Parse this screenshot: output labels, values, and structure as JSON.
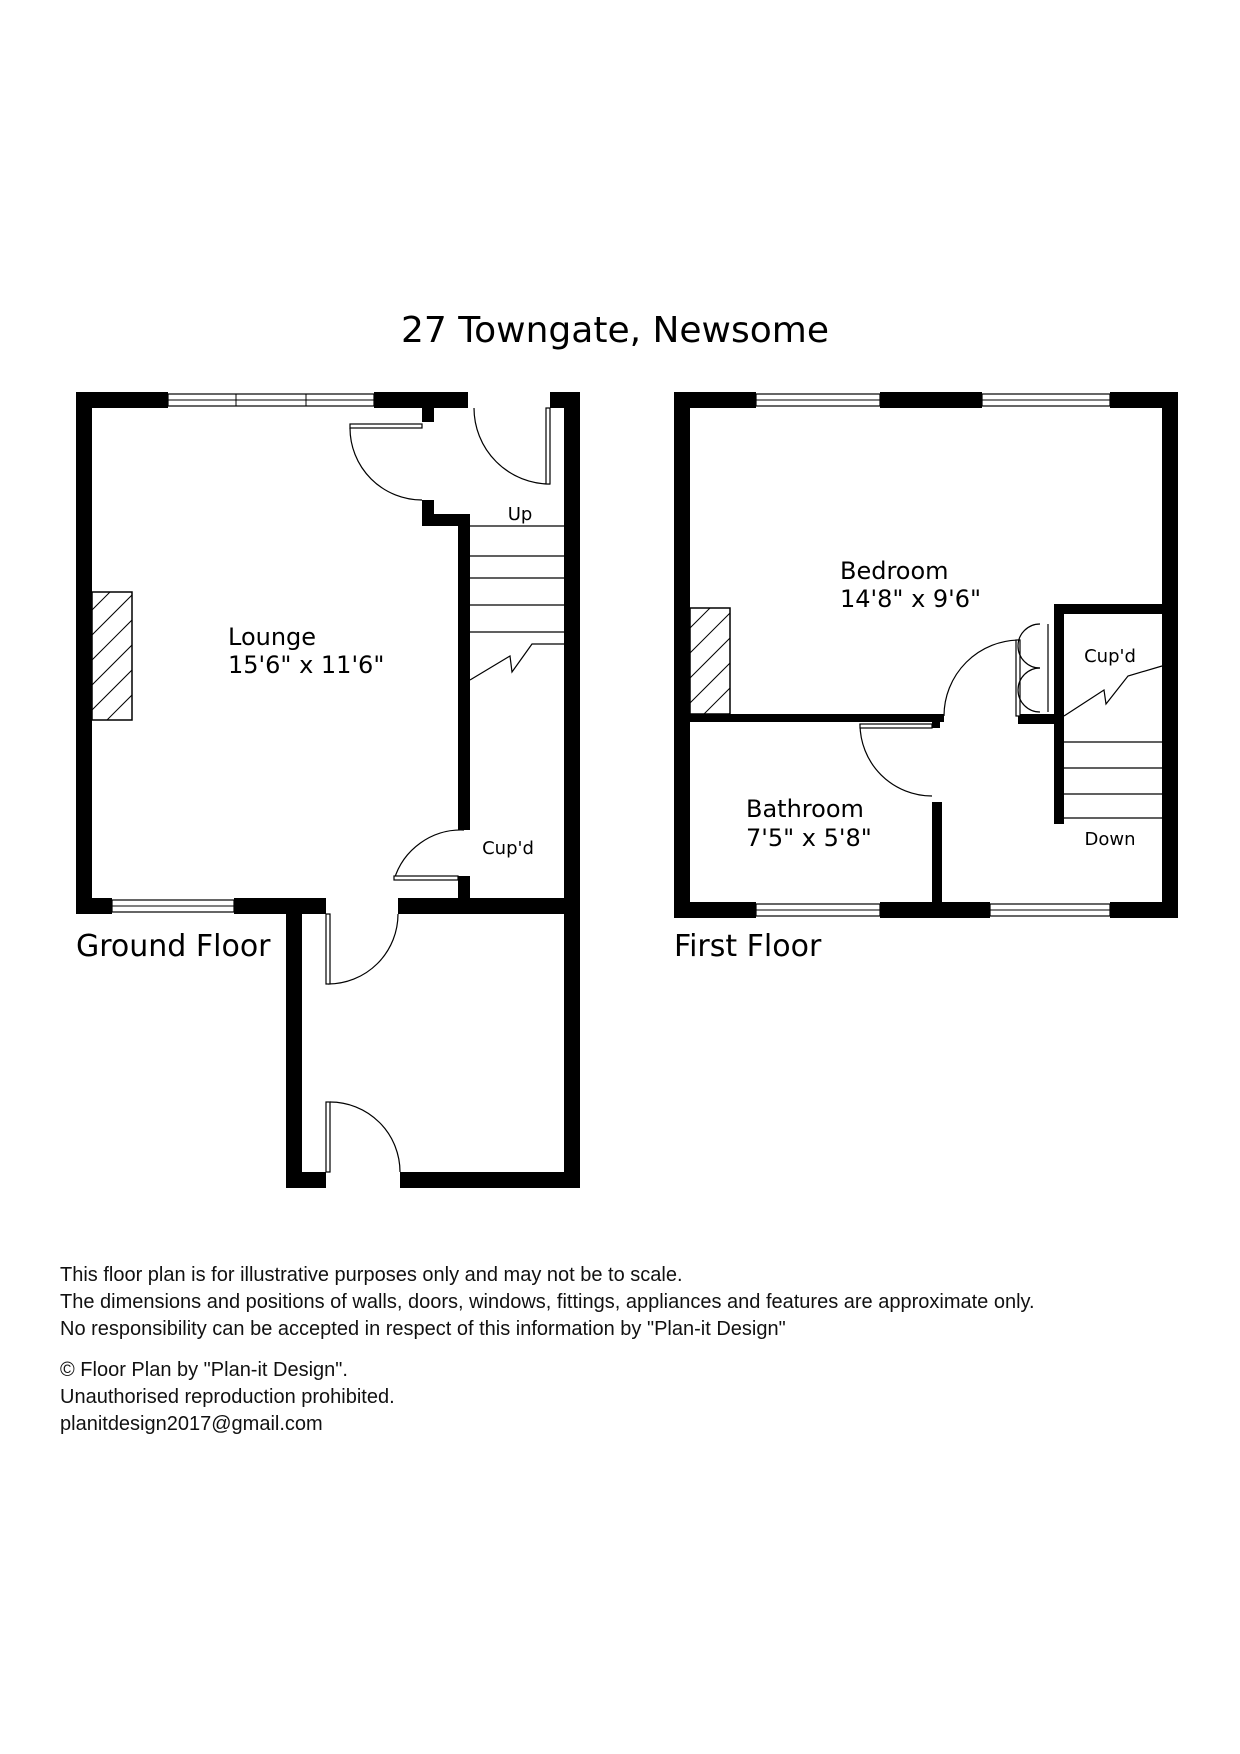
{
  "title": "27 Towngate, Newsome",
  "floors": {
    "ground": {
      "label": "Ground Floor",
      "rooms": {
        "lounge": {
          "name": "Lounge",
          "size": "15'6\" x 11'6\""
        }
      },
      "stairs_label": "Up",
      "cupboard_label": "Cup'd"
    },
    "first": {
      "label": "First Floor",
      "rooms": {
        "bedroom": {
          "name": "Bedroom",
          "size": "14'8\" x 9'6\""
        },
        "bathroom": {
          "name": "Bathroom",
          "size": "7'5\" x 5'8\""
        }
      },
      "stairs_label": "Down",
      "cupboard_label": "Cup'd"
    }
  },
  "disclaimer": {
    "lines": [
      "This floor plan is for illustrative purposes only and may not be to scale.",
      "The dimensions and positions of walls, doors, windows, fittings, appliances and features are approximate only.",
      "No responsibility can be accepted in respect of this information by \"Plan-it Design\""
    ]
  },
  "credits": {
    "lines": [
      "© Floor Plan by \"Plan-it Design\".",
      "Unauthorised reproduction prohibited.",
      "planitdesign2017@gmail.com"
    ]
  }
}
